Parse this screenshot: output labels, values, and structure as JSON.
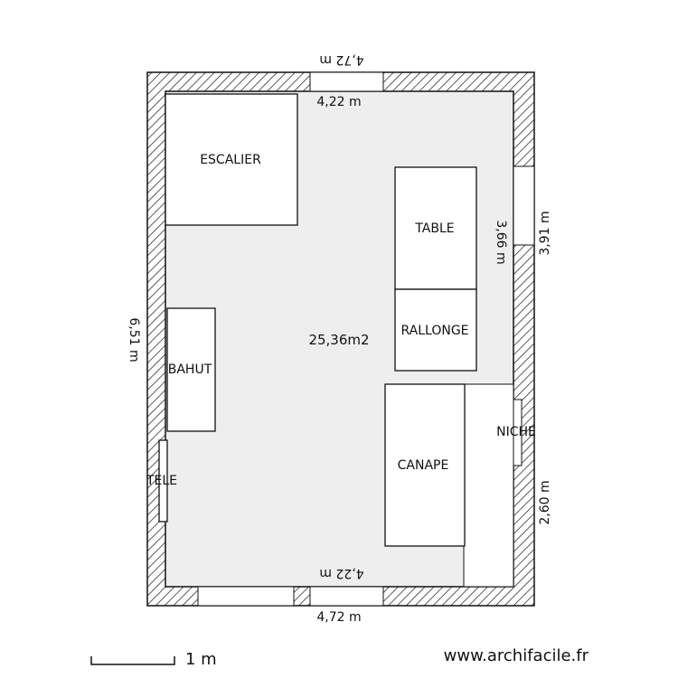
{
  "room": {
    "area": "25,36m2",
    "colors": {
      "floor": "#eeeeee",
      "wall_hatch": "#333333",
      "furniture_fill": "#ffffff",
      "line": "#111111"
    }
  },
  "dimensions": {
    "top_outer": "4,72 m",
    "top_inner": "4,22 m",
    "bottom_inner": "4,22 m",
    "bottom_outer": "4,72 m",
    "left_outer": "6,51 m",
    "right_inner_upper": "3,66 m",
    "right_outer_upper": "3,91 m",
    "right_outer_lower": "2,60 m"
  },
  "furniture": {
    "escalier": "ESCALIER",
    "table": "TABLE",
    "rallonge": "RALLONGE",
    "bahut": "BAHUT",
    "tele": "TELE",
    "canape": "CANAPE",
    "niche": "NICHE"
  },
  "footer": {
    "scale_label": "1 m",
    "site": "www.archifacile.fr"
  }
}
